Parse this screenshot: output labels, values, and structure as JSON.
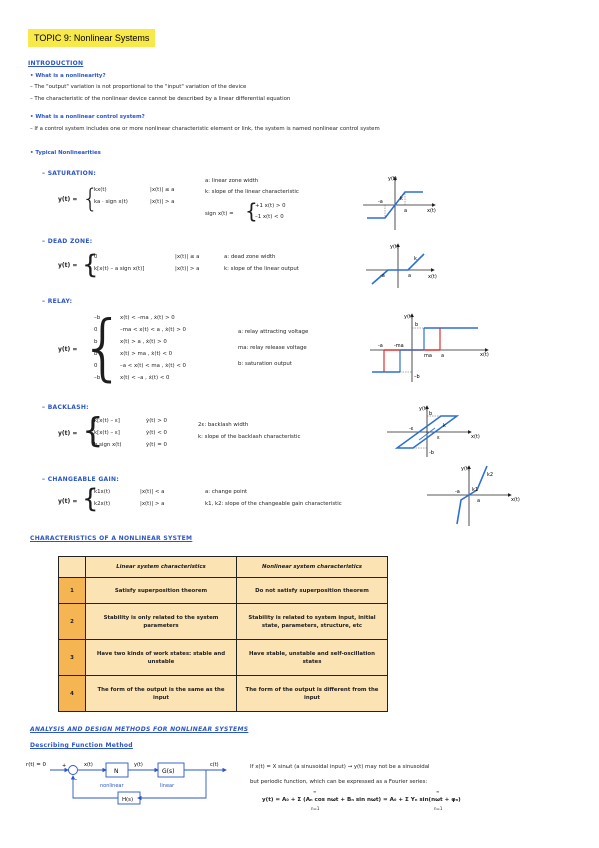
{
  "title": "TOPIC 9: Nonlinear Systems",
  "intro": {
    "heading": "INTRODUCTION",
    "q1": "• What is a nonlinearity?",
    "l1": "– The \"output\" variation is not proportional to the \"input\" variation of the device",
    "l2": "– The characteristic of the nonlinear device cannot be described by a linear differential equation",
    "q2": "• What is a nonlinear control system?",
    "l3": "– If a control system includes one or more nonlinear characteristic element or link, the system is named nonlinear control system",
    "q3": "• Typical Nonlinearities"
  },
  "saturation": {
    "heading": "– SATURATION:",
    "lhs": "y(t) =",
    "r1a": "kx(t)",
    "r1b": "|x(t)| ≤ a",
    "r2a": "ka · sign x(t)",
    "r2b": "|x(t)| > a",
    "d1": "a: linear zone width",
    "d2": "k: slope of the linear characteristic",
    "sign_lhs": "sign x(t) =",
    "s1": "+1   x(t) > 0",
    "s2": "–1   x(t) < 0",
    "plot": {
      "y": "y(t)",
      "x": "x(t)",
      "k": "k",
      "na": "-a",
      "a": "a"
    }
  },
  "deadzone": {
    "heading": "– DEAD ZONE:",
    "lhs": "y(t) =",
    "r1a": "0",
    "r1b": "|x(t)| ≤ a",
    "r2a": "k[x(t) – a sign x(t)]",
    "r2b": "|x(t)| > a",
    "d1": "a: dead zone width",
    "d2": "k: slope of the linear output",
    "plot": {
      "y": "y(t)",
      "x": "x(t)",
      "k": "k",
      "na": "-a",
      "a": "a"
    }
  },
  "relay": {
    "heading": "– RELAY:",
    "lhs": "y(t) =",
    "rows": [
      [
        "–b",
        "x(t) < –ma , ẋ(t) > 0"
      ],
      [
        "0",
        "–ma < x(t) < a , ẋ(t) > 0"
      ],
      [
        "b",
        "x(t) > a , ẋ(t) > 0"
      ],
      [
        "b",
        "x(t) > ma , ẋ(t) < 0"
      ],
      [
        "0",
        "–a < x(t) < ma , ẋ(t) < 0"
      ],
      [
        "–b",
        "x(t) < –a , ẋ(t) < 0"
      ]
    ],
    "d1": "a: relay attracting voltage",
    "d2": "ma: relay release voltage",
    "d3": "b: saturation output",
    "plot": {
      "y": "y(t)",
      "x": "x(t)",
      "b": "b",
      "nb": "–b",
      "na": "-a",
      "nma": "-ma",
      "ma": "ma",
      "a": "a"
    }
  },
  "backlash": {
    "heading": "– BACKLASH:",
    "lhs": "y(t) =",
    "rows": [
      [
        "k[x(t) – ε]",
        "ẏ(t) > 0"
      ],
      [
        "k[x(t) – ε]",
        "ẏ(t) < 0"
      ],
      [
        "b sign x(t)",
        "ẏ(t) = 0"
      ]
    ],
    "d1": "2ε: backlash width",
    "d2": "k: slope of the backlash characteristic",
    "plot": {
      "y": "y(t)",
      "x": "x(t)",
      "k": "k",
      "e": "ε",
      "ne": "-ε",
      "b": "b",
      "nb": "-b"
    }
  },
  "gain": {
    "heading": "– CHANGEABLE GAIN:",
    "lhs": "y(t) =",
    "r1a": "k1x(t)",
    "r1b": "|x(t)| < a",
    "r2a": "k2x(t)",
    "r2b": "|x(t)| > a",
    "d1": "a: change point",
    "d2": "k1, k2: slope of the changeable gain characteristic",
    "plot": {
      "y": "y(t)",
      "x": "x(t)",
      "k1": "k1",
      "k2": "k2",
      "na": "-a",
      "a": "a"
    }
  },
  "char": {
    "heading": "CHARACTERISTICS OF A NONLINEAR SYSTEM",
    "col1": "Linear system characteristics",
    "col2": "Nonlinear system characteristics",
    "rows": [
      {
        "n": "1",
        "a": "Satisfy superposition theorem",
        "b": "Do not satisfy superposition theorem"
      },
      {
        "n": "2",
        "a": "Stability is only related to the system parameters",
        "b": "Stability is related to system input, initial state, parameters, structure, etc"
      },
      {
        "n": "3",
        "a": "Have two kinds of work states: stable and unstable",
        "b": "Have stable, unstable and self-oscillation states"
      },
      {
        "n": "4",
        "a": "The form of the output is the same as the input",
        "b": "The form of the output is different from the input"
      }
    ]
  },
  "analysis": {
    "heading": "ANALYSIS AND DESIGN METHODS FOR NONLINEAR SYSTEMS",
    "sub": "Describing Function Method",
    "block": {
      "r": "r(t) = 0",
      "x": "x(t)",
      "n": "N",
      "y": "y(t)",
      "g": "G(s)",
      "c": "c(t)",
      "h": "H(s)",
      "nl": "nonlinear",
      "lin": "linear",
      "plus": "+",
      "minus": "–"
    },
    "t1": "If x(t) = X sinωt (a sinusoidal input) → y(t) may not be a sinusoidal",
    "t2": "but periodic function, which can be expressed as a Fourier series:",
    "formula": "y(t) = A₀ + Σ (Aₙ cos nωt + Bₙ sin nωt) = A₀ + Σ Yₙ sin(nωt + φₙ)",
    "sum_top": "∞",
    "sum_bot": "n=1"
  }
}
